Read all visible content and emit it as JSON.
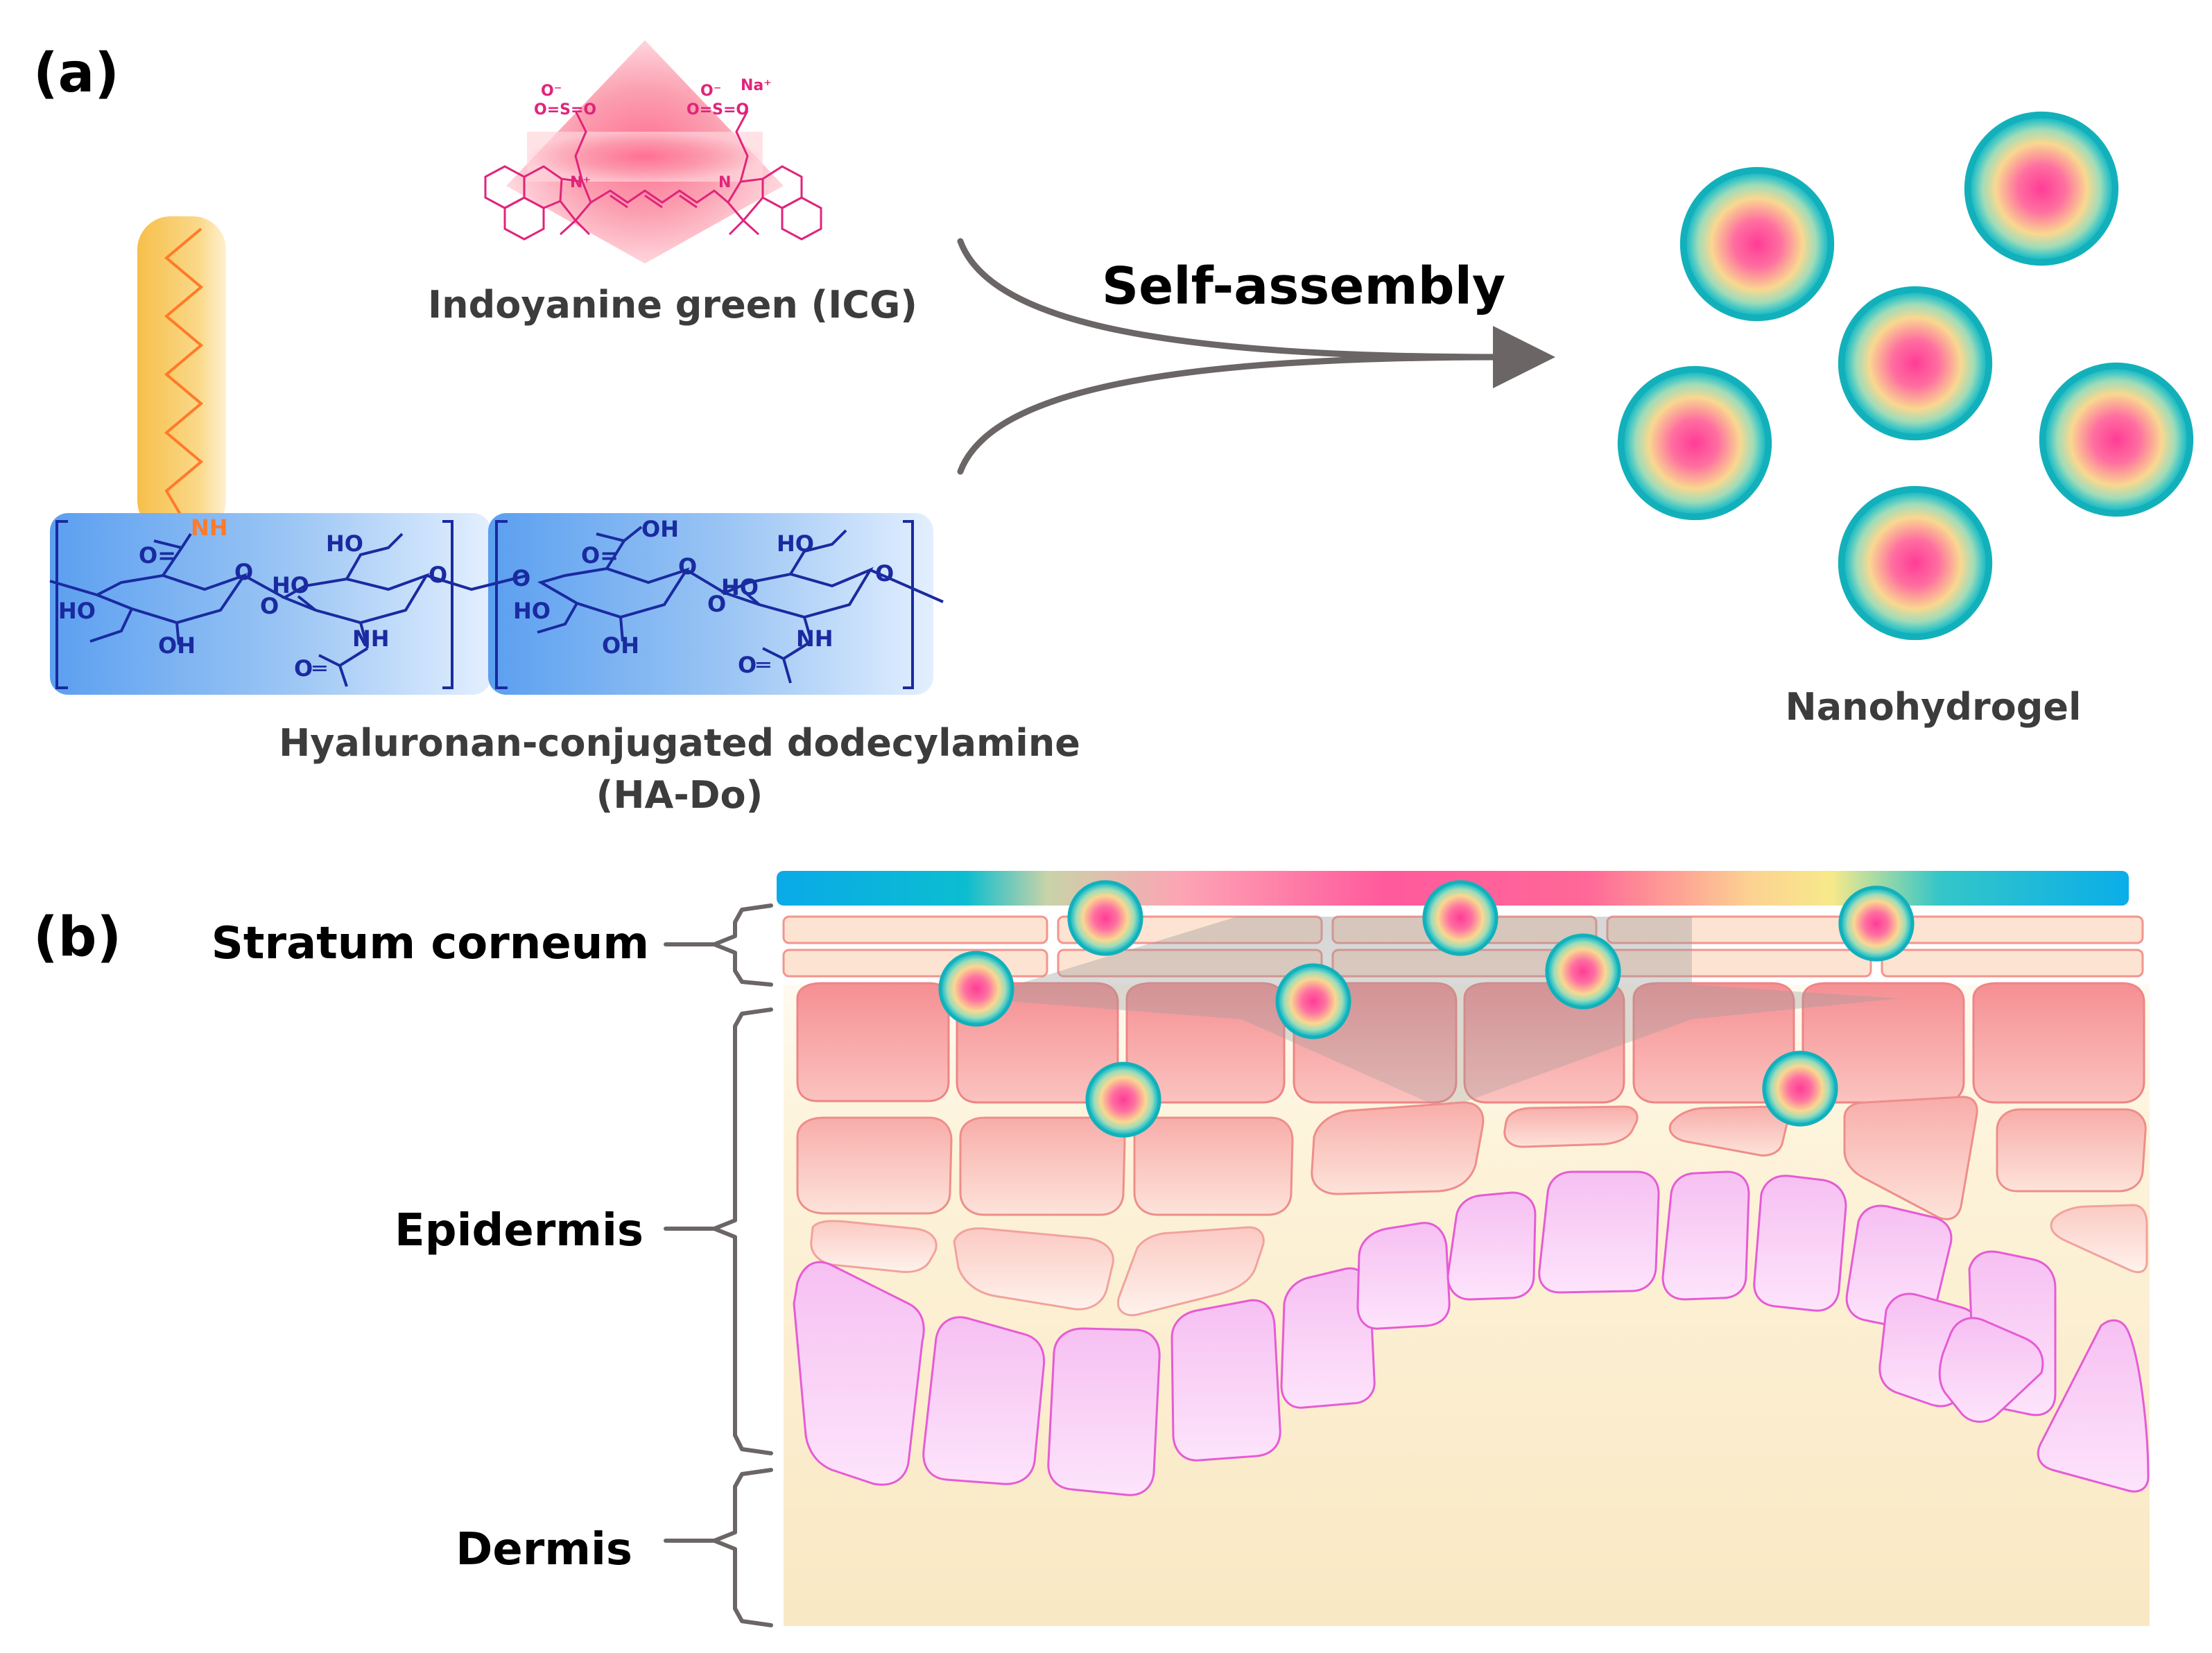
{
  "panels": {
    "a": "(a)",
    "b": "(b)"
  },
  "labels": {
    "icg": "Indoyanine green (ICG)",
    "ha_do_line1": "Hyaluronan-conjugated dodecylamine",
    "ha_do_line2": "(HA-Do)",
    "self_assembly": "Self-assembly",
    "nanohydrogel": "Nanohydrogel"
  },
  "chem": {
    "nh": "NH",
    "ho": "HO",
    "oh": "OH",
    "o": "O",
    "o_eq": "O=",
    "o_eq_right": "O═",
    "o_minus": "O⁻",
    "so3": "O=S=O",
    "na": "Na⁺",
    "n_plus": "N⁺",
    "n": "N"
  },
  "layers": {
    "stratum_corneum": "Stratum corneum",
    "epidermis": "Epidermis",
    "dermis": "Dermis"
  },
  "colors": {
    "ha_box": "#7fb2ee",
    "ha_bond": "#1a2aa0",
    "alkyl_bar": "#f6c85a",
    "icg_pink": "#f47e9a",
    "np_core": "#ff4f9a",
    "np_mid": "#f9dc8f",
    "np_rim": "#19b8c0",
    "arrow": "#6b6565",
    "sc_cell": "#fde4d3",
    "epi_cell": "#f59b9b",
    "basal_cell": "#f7c7f3",
    "dermis": "#fbefcf"
  }
}
